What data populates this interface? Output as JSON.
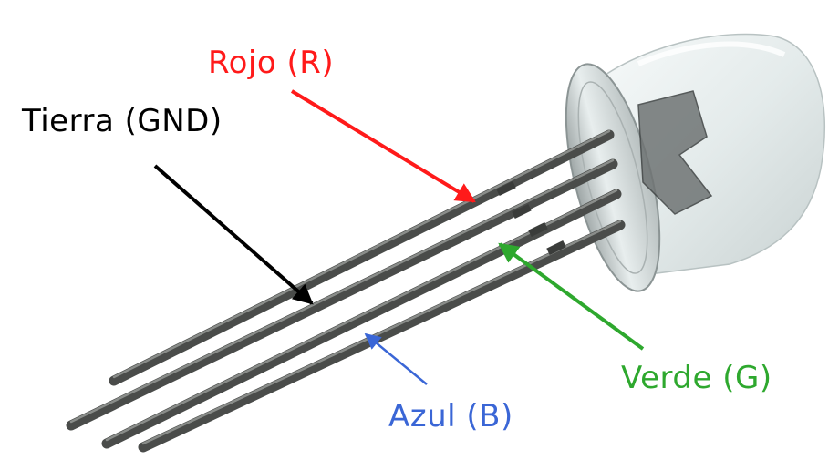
{
  "labels": {
    "red": "Rojo (R)",
    "ground": "Tierra (GND)",
    "green": "Verde (G)",
    "blue": "Azul (B)"
  },
  "colors": {
    "red": "#ff1a1a",
    "ground": "#000000",
    "green": "#2ea82e",
    "blue": "#3a66d6",
    "lead": "#4a4c4a",
    "lead_highlight": "#8a8d8a",
    "lens": "#e9efef"
  },
  "icons": {
    "component": "rgb-led-icon"
  }
}
